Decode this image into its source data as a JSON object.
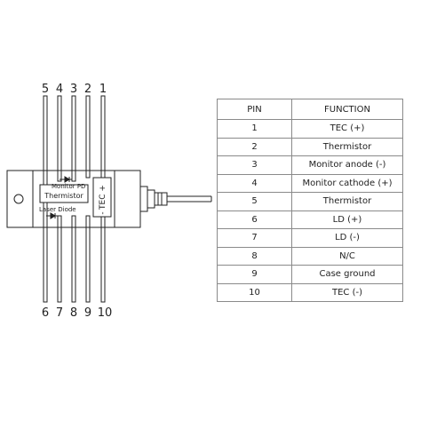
{
  "pins_top": [
    "5",
    "4",
    "3",
    "2",
    "1"
  ],
  "pins_bottom": [
    "6",
    "7",
    "8",
    "9",
    "10"
  ],
  "labels": {
    "monitor_pd": "Monitor PD",
    "thermistor": "Thermistor",
    "laser_diode": "Laser Diode",
    "tec": "TEC +",
    "tec_minus": "-"
  },
  "table": {
    "headers": [
      "PIN",
      "FUNCTION"
    ],
    "rows": [
      {
        "pin": "1",
        "function": "TEC (+)"
      },
      {
        "pin": "2",
        "function": "Thermistor"
      },
      {
        "pin": "3",
        "function": "Monitor anode (-)"
      },
      {
        "pin": "4",
        "function": "Monitor cathode (+)"
      },
      {
        "pin": "5",
        "function": "Thermistor"
      },
      {
        "pin": "6",
        "function": "LD (+)"
      },
      {
        "pin": "7",
        "function": "LD (-)"
      },
      {
        "pin": "8",
        "function": "N/C"
      },
      {
        "pin": "9",
        "function": "Case ground"
      },
      {
        "pin": "10",
        "function": "TEC (-)"
      }
    ]
  }
}
